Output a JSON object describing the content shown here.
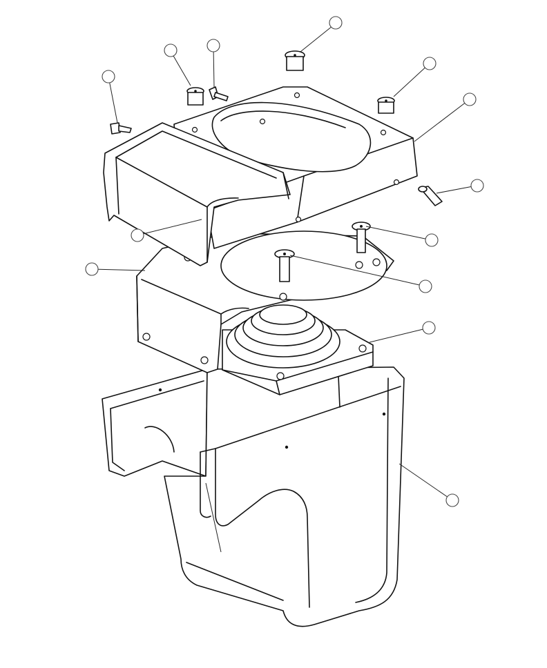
{
  "diagram": {
    "kind": "exploded parts diagram",
    "callouts": [
      {
        "id": "c1"
      },
      {
        "id": "c2"
      },
      {
        "id": "c3"
      },
      {
        "id": "c4"
      },
      {
        "id": "c5"
      },
      {
        "id": "c6"
      },
      {
        "id": "c7"
      },
      {
        "id": "c8"
      },
      {
        "id": "c9"
      },
      {
        "id": "c10"
      },
      {
        "id": "c11"
      },
      {
        "id": "c12"
      },
      {
        "id": "c13"
      },
      {
        "id": "c14"
      }
    ]
  }
}
